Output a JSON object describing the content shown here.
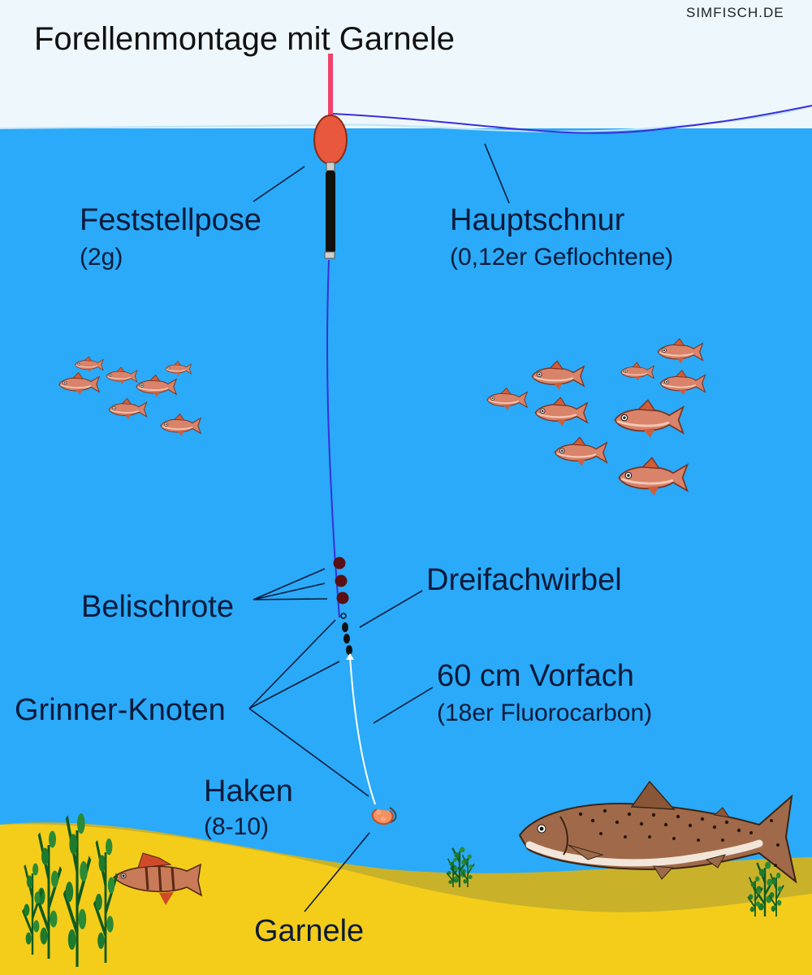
{
  "title": "Forellenmontage mit Garnele",
  "brand": "SIMFISCH.DE",
  "colors": {
    "sky": "#eef7fb",
    "water": "#2aaaf8",
    "sand_far": "#c9b22a",
    "sand_near": "#f4cd1a",
    "main_line": "#3a2fd8",
    "leader": "#ffffff",
    "float_body": "#e8583c",
    "float_antenna": "#f0426a",
    "shot": "#5a0f14"
  },
  "labels": {
    "float": {
      "name": "Feststellpose",
      "detail": "(2g)"
    },
    "mainline": {
      "name": "Hauptschnur",
      "detail": "(0,12er Geflochtene)"
    },
    "shot": {
      "name": "Belischrote"
    },
    "swivel": {
      "name": "Dreifachwirbel"
    },
    "knot": {
      "name": "Grinner-Knoten"
    },
    "leader": {
      "name": "60 cm Vorfach",
      "detail": "(18er Fluorocarbon)"
    },
    "hook": {
      "name": "Haken",
      "detail": "(8-10)"
    },
    "bait": {
      "name": "Garnele"
    }
  }
}
